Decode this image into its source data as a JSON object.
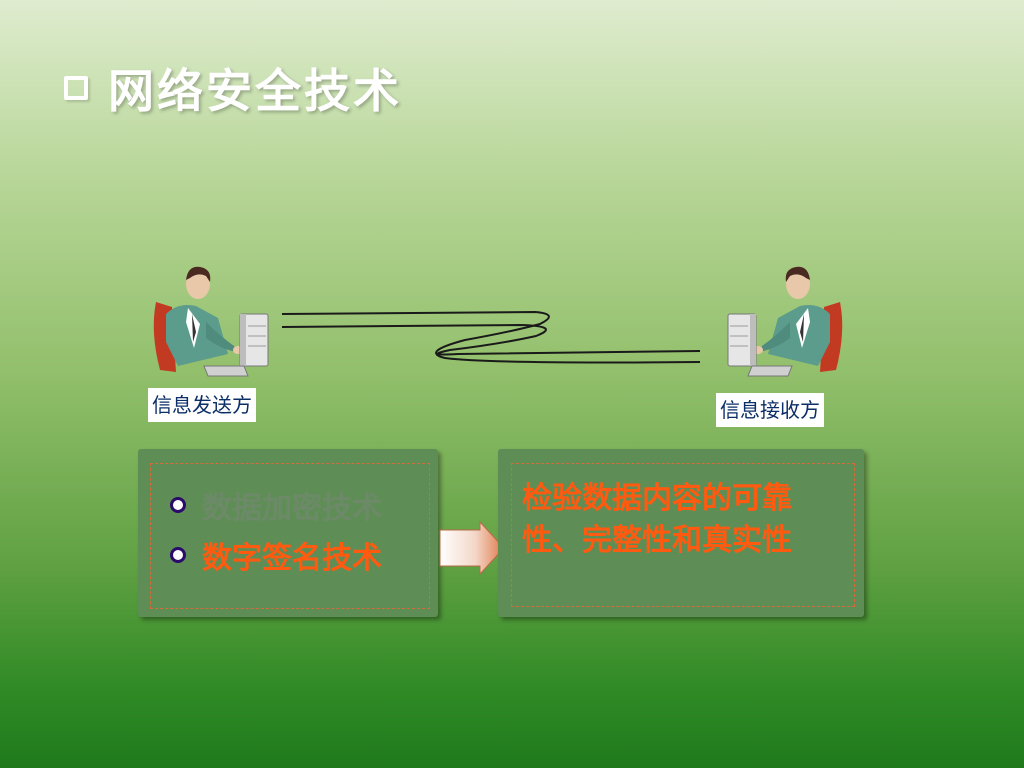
{
  "slide": {
    "title": "网络安全技术",
    "title_icon": "checkbox-icon"
  },
  "diagram": {
    "sender_label": "信息发送方",
    "receiver_label": "信息接收方"
  },
  "techniques": {
    "items": [
      {
        "label": "数据加密技术",
        "state": "faded"
      },
      {
        "label": "数字签名技术",
        "state": "active"
      }
    ]
  },
  "result": {
    "text": "检验数据内容的可靠性、完整性和真实性"
  },
  "colors": {
    "accent_orange": "#ff5a10",
    "panel_green": "#5f8d56",
    "label_blue": "#0b2e66"
  }
}
